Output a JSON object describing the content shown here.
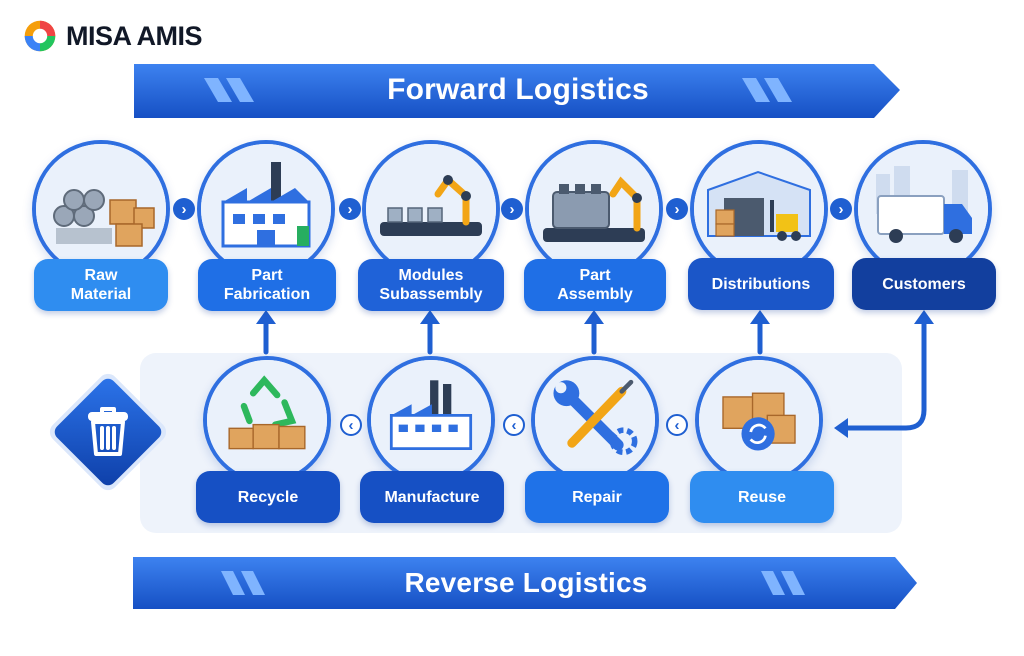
{
  "brand": {
    "name": "MISA AMIS"
  },
  "forward": {
    "title": "Forward Logistics",
    "nodes": [
      {
        "label": "Raw\nMaterial",
        "icon": "steel-pipes-boxes-icon"
      },
      {
        "label": "Part\nFabrication",
        "icon": "factory-icon"
      },
      {
        "label": "Modules\nSubassembly",
        "icon": "robot-arm-conveyor-icon"
      },
      {
        "label": "Part\nAssembly",
        "icon": "engine-assembly-icon"
      },
      {
        "label": "Distributions",
        "icon": "warehouse-forklift-icon"
      },
      {
        "label": "Customers",
        "icon": "delivery-truck-icon"
      }
    ]
  },
  "reverse": {
    "title": "Reverse Logistics",
    "nodes": [
      {
        "label": "Recycle",
        "icon": "recycle-boxes-icon"
      },
      {
        "label": "Manufacture",
        "icon": "factory-icon"
      },
      {
        "label": "Repair",
        "icon": "wrench-screwdriver-icon"
      },
      {
        "label": "Reuse",
        "icon": "box-refresh-icon"
      }
    ],
    "disposal_icon": "trash-icon"
  },
  "colors": {
    "primary": "#1f5fd1",
    "dark": "#0d3a9e",
    "light": "#2f8df0",
    "panel": "#eef3fb"
  }
}
